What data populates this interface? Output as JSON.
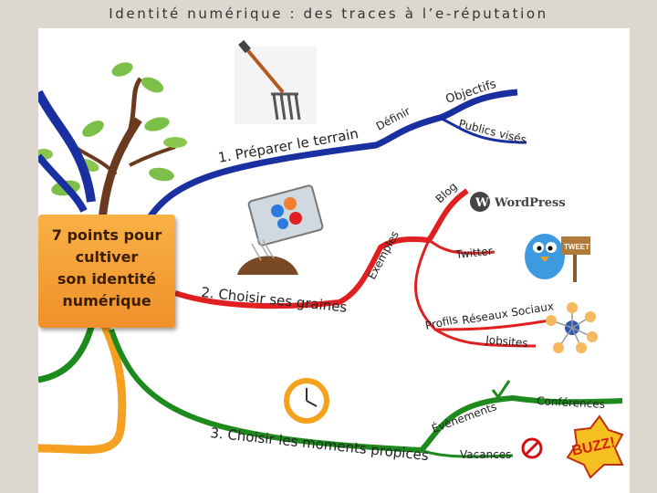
{
  "header": {
    "title": "Identité numérique : des traces à l’e-réputation"
  },
  "center": {
    "lines": [
      "7 points pour",
      "cultiver",
      "son identité",
      "numérique"
    ]
  },
  "branches": {
    "b1": {
      "label": "1. Préparer le terrain",
      "define": "Définir",
      "objectifs": "Objectifs",
      "publics": "Publics visés"
    },
    "b2": {
      "label": "2. Choisir ses graines",
      "exemples": "Exemples",
      "blog": "Blog",
      "twitter": "Twitter",
      "profils": "Profils",
      "reseaux": "Réseaux Sociaux",
      "jobsites": "Jobsites"
    },
    "b3": {
      "label": "3. Choisir les moments propices",
      "evenements": "Évènements",
      "conferences": "Conférences",
      "vacances": "Vacances"
    }
  },
  "logos": {
    "wordpress": "WordPress",
    "tweet": "TWEET",
    "buzz": "BUZZ!"
  },
  "colors": {
    "blue": "#1a2fa0",
    "red": "#e02020",
    "green": "#1d8a1d",
    "orange": "#f5a020",
    "box": "#f3a036"
  },
  "icons": [
    "pitchfork-icon",
    "seed-packet-icon",
    "clock-icon",
    "checkmark-icon",
    "no-entry-icon",
    "twitter-bird-icon",
    "network-icon"
  ]
}
